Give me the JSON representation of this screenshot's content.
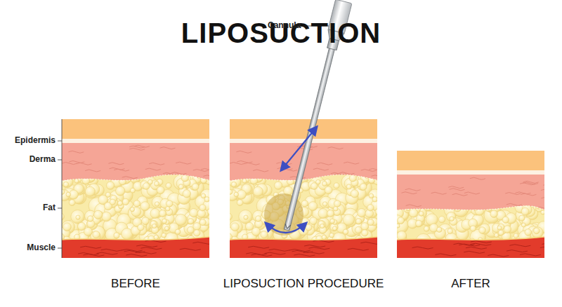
{
  "diagram": {
    "title": "LIPOSUCTION",
    "labels": [
      "Epidermis",
      "Derma",
      "Fat",
      "Muscle",
      "Cannula",
      "BEFORE",
      "LIPOSUCTION PROCEDURE",
      "AFTER"
    ]
  }
}
